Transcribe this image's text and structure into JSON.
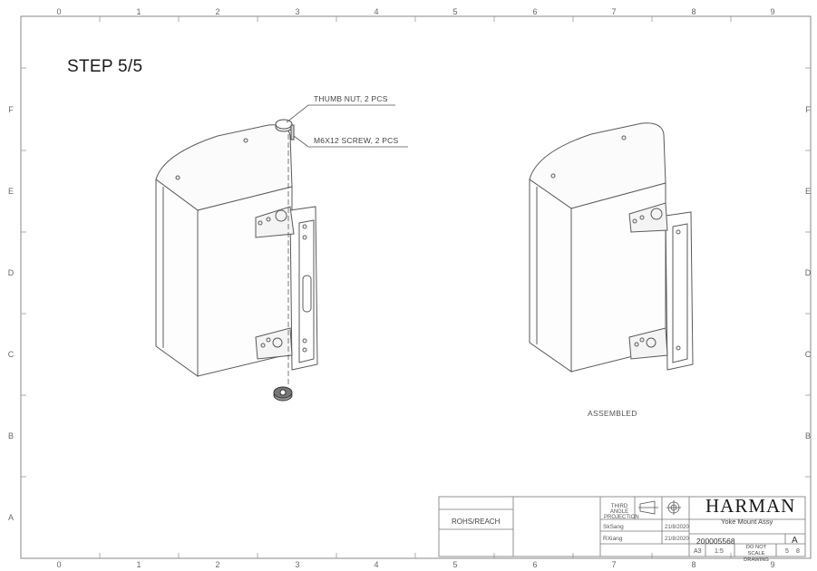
{
  "sheet": {
    "column_numbers": [
      "0",
      "1",
      "2",
      "3",
      "4",
      "5",
      "6",
      "7",
      "8",
      "9"
    ],
    "row_letters": [
      "F",
      "E",
      "D",
      "C",
      "B",
      "A"
    ]
  },
  "step_title": "STEP 5/5",
  "callouts": {
    "thumb_nut": "THUMB NUT, 2 PCS",
    "screw": "M6X12 SCREW, 2 PCS"
  },
  "assembled_label": "ASSEMBLED",
  "title_block": {
    "company": "HARMAN",
    "title": "Yoke Mount Assy",
    "part_number": "200005568",
    "revision": "A",
    "compliance": "ROHS/REACH",
    "projection": "THIRD ANGLE PROJECTION",
    "drawn_by": "SkSang",
    "drawn_date": "21/8/2020",
    "checked_by": "RXiang",
    "checked_date": "21/8/2020",
    "size": "A3",
    "scale": "1:5",
    "do_not_scale": "DO NOT SCALE DRAWING",
    "sheet": "5",
    "sheet_of": "8"
  },
  "colors": {
    "line": "#5a5a5a",
    "border": "#777777",
    "paper": "#ffffff"
  }
}
